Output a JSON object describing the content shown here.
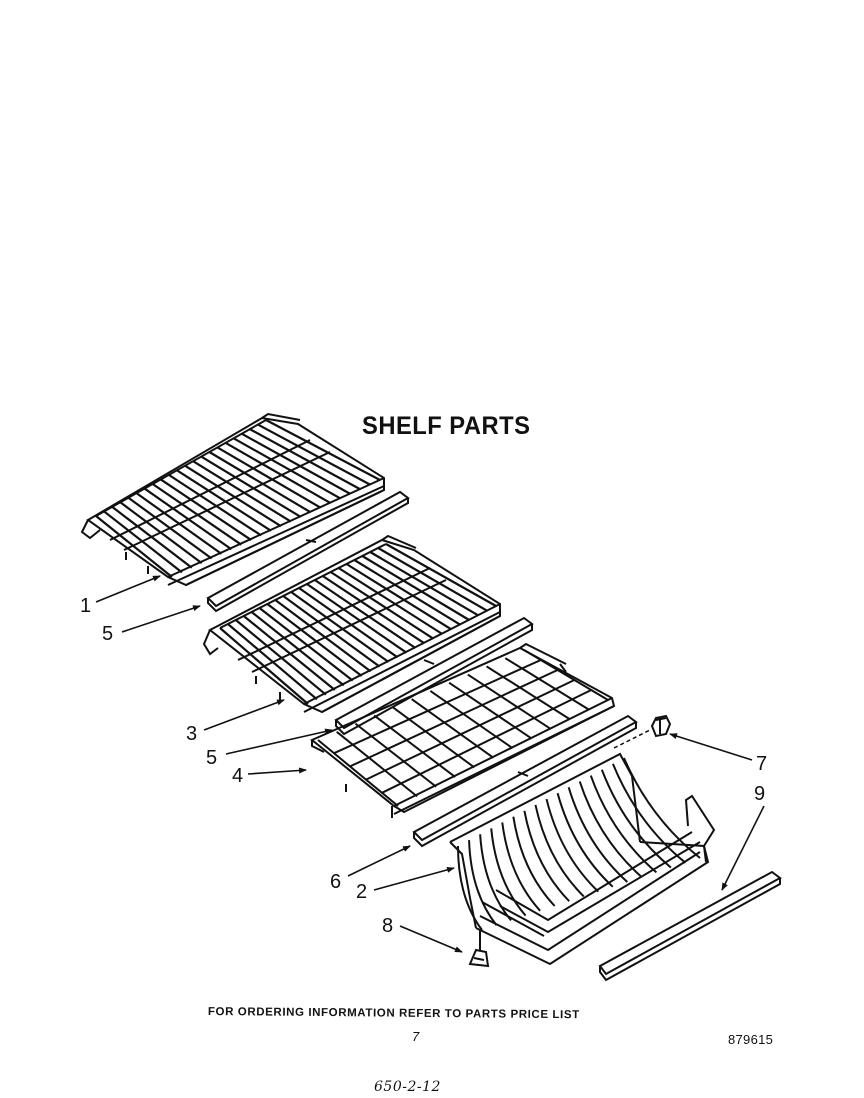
{
  "title": "SHELF PARTS",
  "footer": {
    "ordering_note": "FOR ORDERING INFORMATION REFER TO PARTS PRICE LIST",
    "page_number": "7",
    "part_code": "879615",
    "handwritten_code": "650-2-12"
  },
  "callouts": {
    "c1": "1",
    "c5a": "5",
    "c3": "3",
    "c5b": "5",
    "c4": "4",
    "c6": "6",
    "c2": "2",
    "c8": "8",
    "c7": "7",
    "c9": "9"
  }
}
